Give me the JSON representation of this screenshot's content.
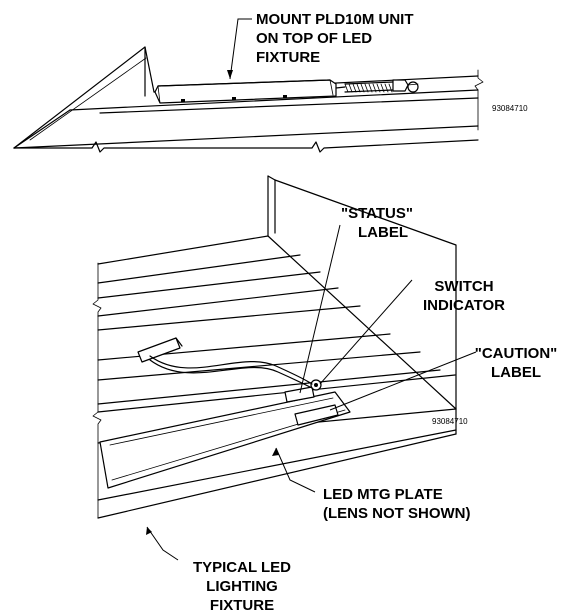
{
  "top_view": {
    "callout": [
      "MOUNT PLD10M UNIT",
      "ON TOP OF LED",
      "FIXTURE"
    ],
    "figure_number": "93084710"
  },
  "bottom_view": {
    "status_label": [
      "\"STATUS\"",
      "LABEL"
    ],
    "switch_indicator": [
      "SWITCH",
      "INDICATOR"
    ],
    "caution_label": [
      "\"CAUTION\"",
      "LABEL"
    ],
    "figure_number": "93084710",
    "led_plate": [
      "LED MTG PLATE",
      "(LENS NOT SHOWN)"
    ],
    "fixture": [
      "TYPICAL LED",
      "LIGHTING",
      "FIXTURE"
    ]
  }
}
